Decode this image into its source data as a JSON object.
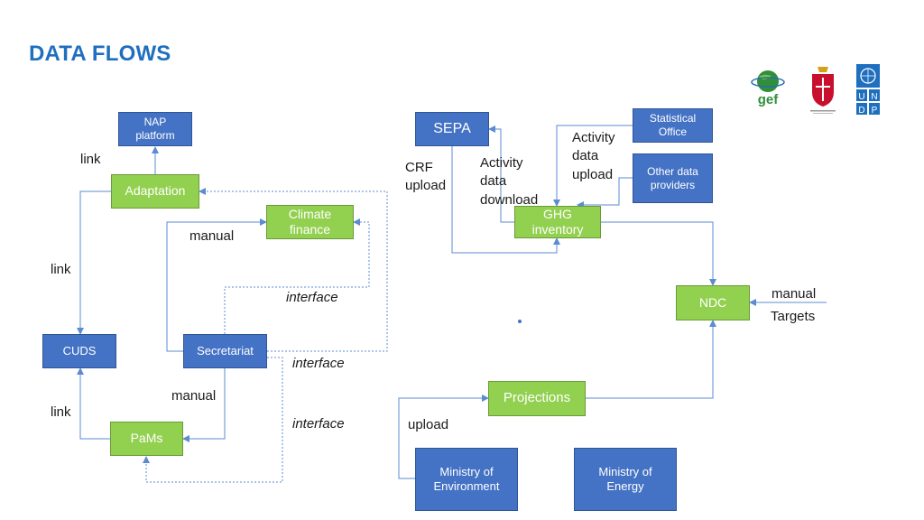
{
  "title": "DATA FLOWS",
  "boxes": {
    "nap": "NAP\nplatform",
    "adaptation": "Adaptation",
    "climate_finance": "Climate\nfinance",
    "cuds": "CUDS",
    "secretariat": "Secretariat",
    "pams": "PaMs",
    "sepa": "SEPA",
    "statistical_office": "Statistical\nOffice",
    "other_data_providers": "Other data\nproviders",
    "ghg_inventory": "GHG\ninventory",
    "ndc": "NDC",
    "projections": "Projections",
    "ministry_environment": "Ministry of\nEnvironment",
    "ministry_energy": "Ministry of\nEnergy"
  },
  "labels": {
    "link_nap": "link",
    "manual_cf": "manual",
    "link_cuds": "link",
    "interface_1": "interface",
    "interface_2": "interface",
    "manual_pams": "manual",
    "link_pams": "link",
    "interface_3": "interface",
    "crf_upload": "CRF\nupload",
    "activity_download": "Activity\ndata\ndownload",
    "activity_upload": "Activity\ndata\nupload",
    "manual_ndc": "manual",
    "targets": "Targets",
    "upload": "upload"
  },
  "logos": {
    "gef": "gef",
    "undp": [
      "U",
      "N",
      "D",
      "P"
    ]
  },
  "colors": {
    "blue_box": "#4472c4",
    "green_box": "#92d050",
    "title": "#1f6fbf",
    "line": "#5b8bd0"
  }
}
